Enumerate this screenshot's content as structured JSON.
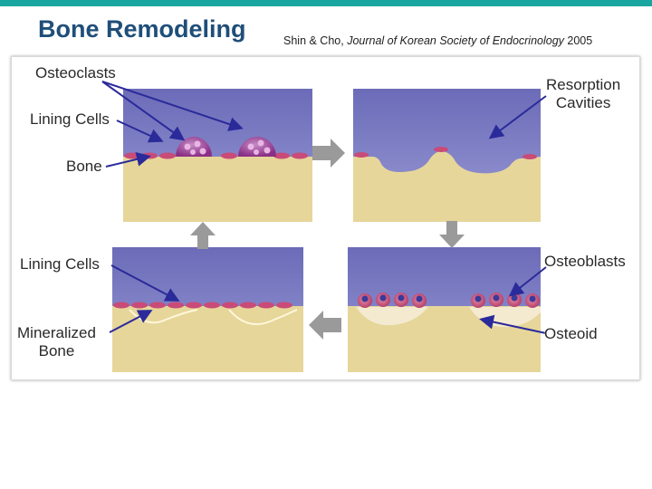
{
  "slide": {
    "title": "Bone Remodeling",
    "citation_authors": "Shin & Cho, ",
    "citation_journal": "Journal of Korean Society of Endocrinology",
    "citation_year": " 2005"
  },
  "figure": {
    "labels": {
      "osteoclasts": "Osteoclasts",
      "lining_cells_top": "Lining Cells",
      "bone": "Bone",
      "resorption_line1": "Resorption",
      "resorption_line2": "Cavities",
      "lining_cells_bottom": "Lining Cells",
      "mineralized_line1": "Mineralized",
      "mineralized_line2": "Bone",
      "osteoblasts": "Osteoblasts",
      "osteoid": "Osteoid"
    }
  },
  "colors": {
    "title": "#1f4e79",
    "topbar": "#1aa6a0",
    "fluid": "#7f7fc4",
    "bone": "#e6d69a",
    "arrow": "#2a2a9a",
    "osteoclast": "#a24a9c",
    "osteoblast": "#c94b78"
  }
}
